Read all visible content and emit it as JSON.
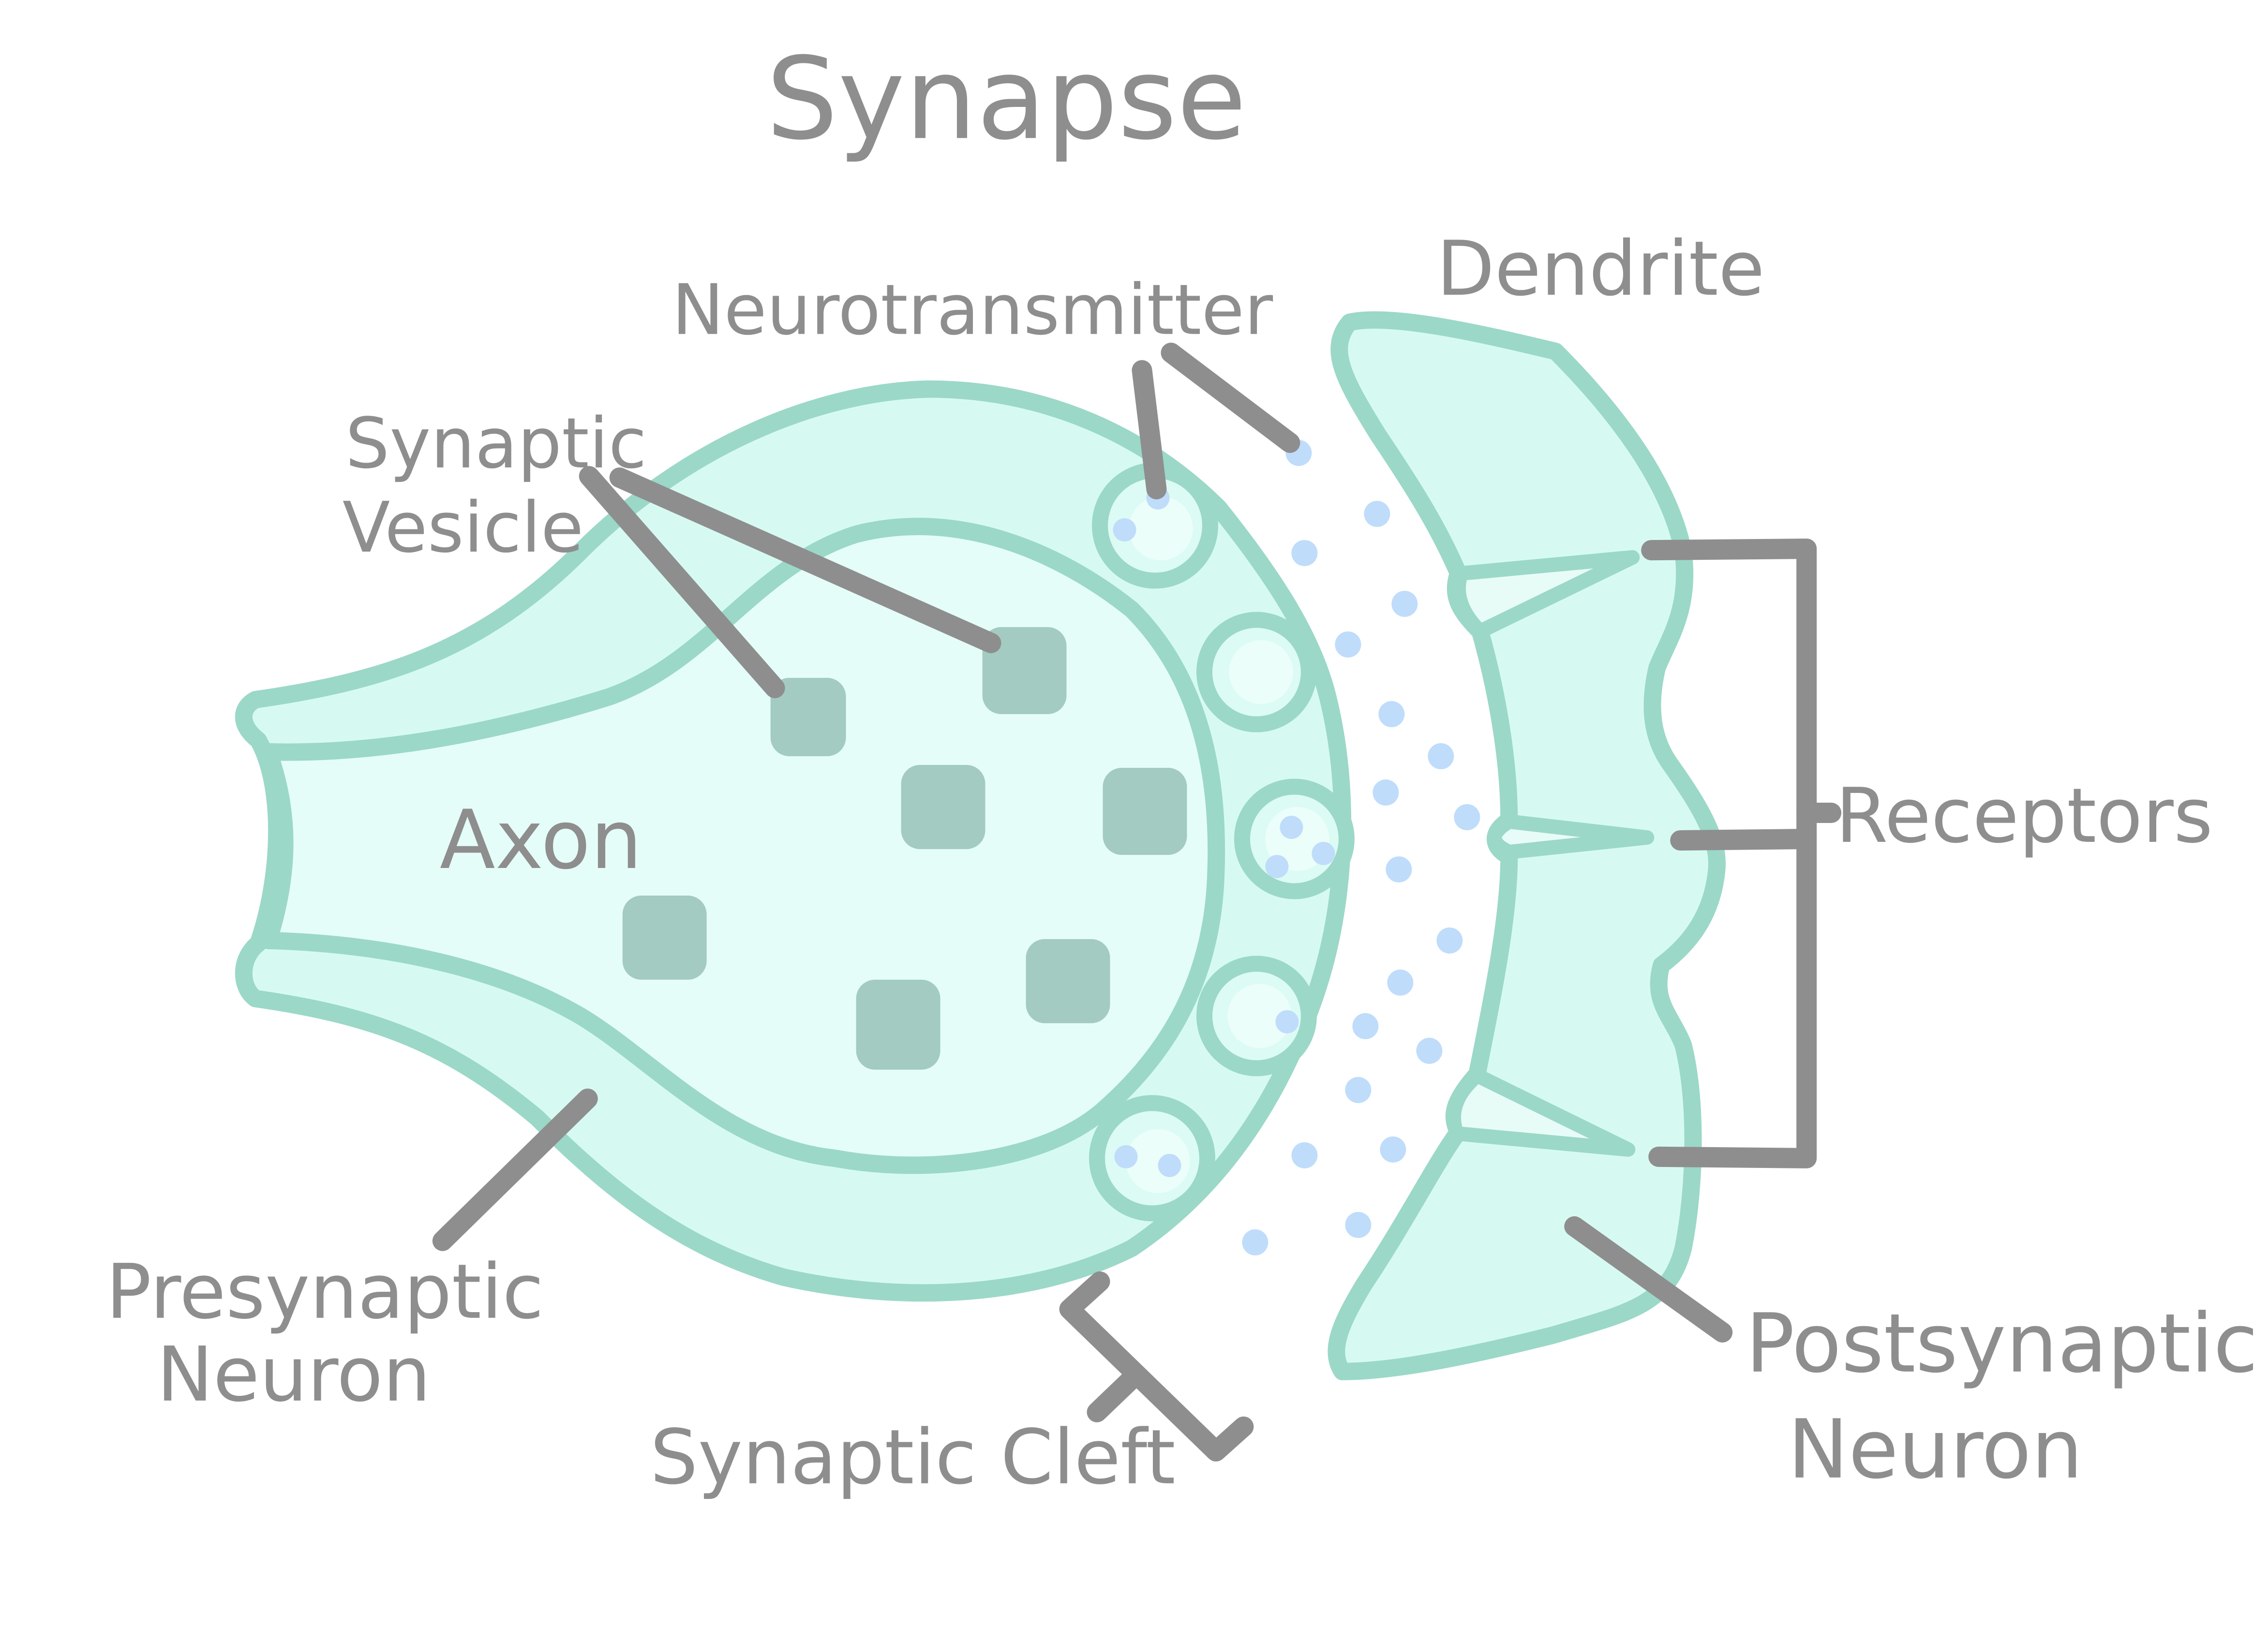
{
  "diagram": {
    "title": "Synapse",
    "labels": {
      "dendrite": "Dendrite",
      "neurotransmitter": "Neurotransmitter",
      "synaptic_vesicle_line1": "Synaptic",
      "synaptic_vesicle_line2": "Vesicle",
      "axon": "Axon",
      "receptors": "Receptors",
      "presynaptic_line1": "Presynaptic",
      "presynaptic_line2": "Neuron",
      "postsynaptic_line1": "Postsynaptic",
      "postsynaptic_line2": "Neuron",
      "synaptic_cleft": "Synaptic Cleft"
    },
    "colors": {
      "cell_fill": "#d6faf2",
      "cell_outline": "#9bd8c7",
      "vesicle": "#a3cbc1",
      "neurotransmitter": "#bfdcfb",
      "label": "#8e8e8e"
    }
  }
}
